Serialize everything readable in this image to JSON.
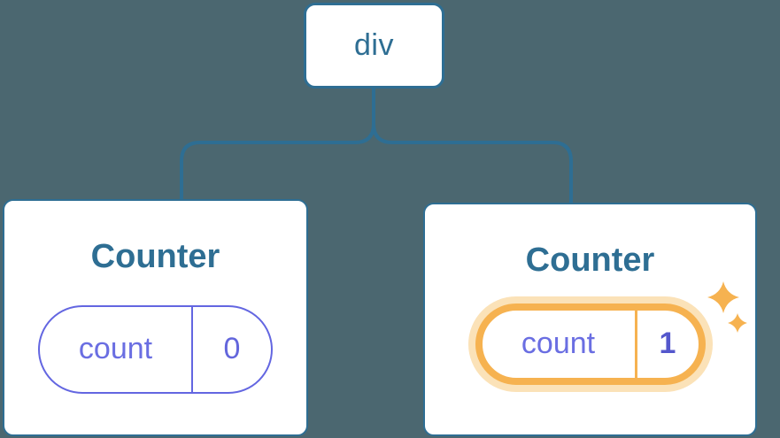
{
  "diagram": {
    "description": "Component tree with shared parent and two Counter children; second counter state updated"
  },
  "tree": {
    "root": {
      "label": "div"
    },
    "children": [
      {
        "title": "Counter",
        "state": {
          "key": "count",
          "value": "0"
        },
        "highlighted": false
      },
      {
        "title": "Counter",
        "state": {
          "key": "count",
          "value": "1"
        },
        "highlighted": true
      }
    ]
  },
  "colors": {
    "background": "#4B6770",
    "node_fill": "#FFFFFF",
    "blue_accent": "#2E6E93",
    "purple_accent": "#6366E1",
    "purple_value_bold": "#5457CC",
    "orange_highlight": "#F6B250",
    "orange_glow": "#FBE2B8"
  }
}
